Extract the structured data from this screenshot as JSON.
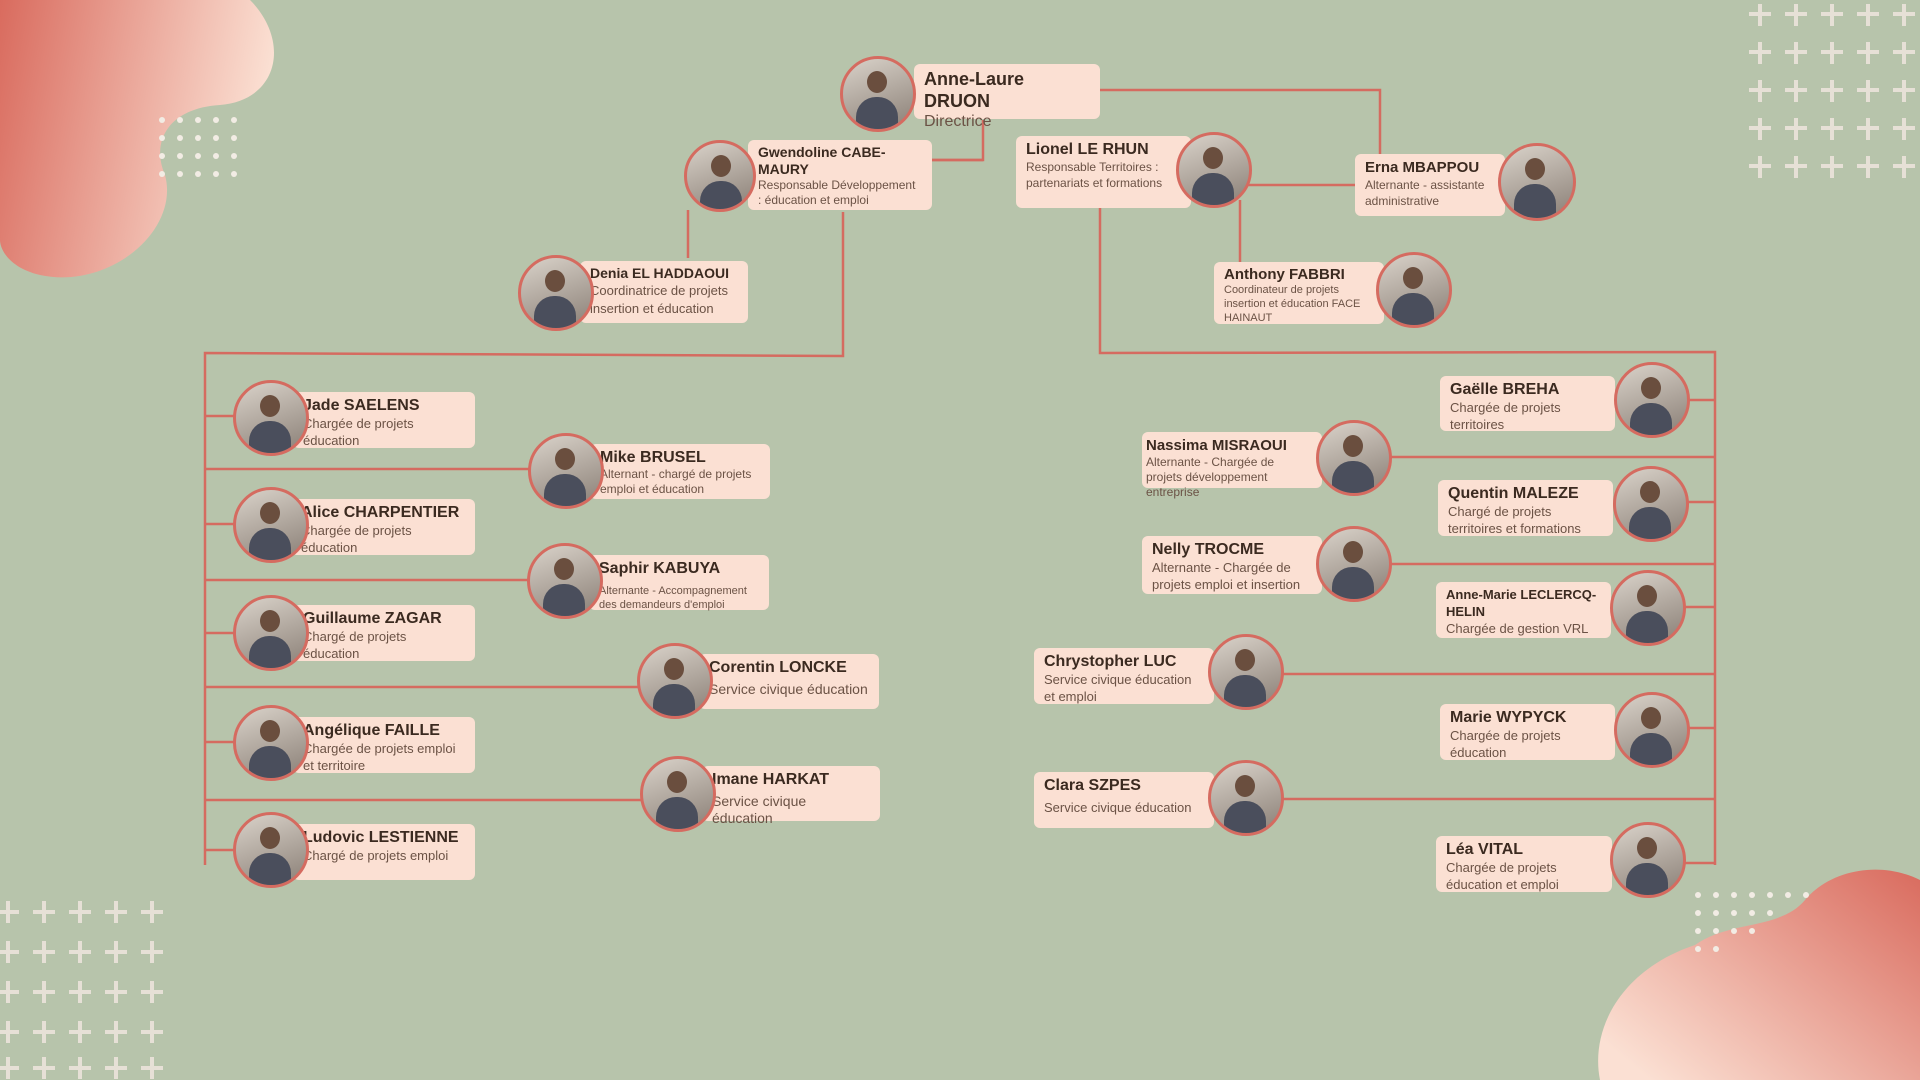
{
  "theme": {
    "background": "#b7c4ab",
    "line_color": "#d56b60",
    "card_color": "#fbe0d3",
    "name_color": "#3b2a20",
    "role_color": "#6b5245"
  },
  "director": {
    "name": "Anne-Laure DRUON",
    "role": "Directrice"
  },
  "top_level": [
    {
      "name": "Gwendoline CABE-MAURY",
      "role": "Responsable Développement : éducation et emploi"
    },
    {
      "name": "Lionel LE RHUN",
      "role": "Responsable Territoires : partenariats et formations"
    },
    {
      "name": "Erna MBAPPOU",
      "role": "Alternante - assistante administrative"
    }
  ],
  "second_level": [
    {
      "name": "Denia EL HADDAOUI",
      "role": "Coordinatrice de projets insertion et éducation"
    },
    {
      "name": "Anthony FABBRI",
      "role": "Coordinateur de projets insertion et éducation FACE HAINAUT"
    }
  ],
  "left_team": [
    {
      "name": "Jade SAELENS",
      "role": "Chargée de projets éducation"
    },
    {
      "name": "Mike BRUSEL",
      "role": "Alternant - chargé de projets emploi et éducation"
    },
    {
      "name": "Alice CHARPENTIER",
      "role": "Chargée de projets éducation"
    },
    {
      "name": "Saphir KABUYA",
      "role": "Alternante - Accompagnement des demandeurs d'emploi"
    },
    {
      "name": "Guillaume ZAGAR",
      "role": "Chargé de projets éducation"
    },
    {
      "name": "Corentin LONCKE",
      "role": "Service civique éducation"
    },
    {
      "name": "Angélique FAILLE",
      "role": "Chargée de projets emploi et territoire"
    },
    {
      "name": "Imane HARKAT",
      "role": "Service civique éducation"
    },
    {
      "name": "Ludovic LESTIENNE",
      "role": "Chargé de projets emploi"
    }
  ],
  "right_team": [
    {
      "name": "Gaëlle BREHA",
      "role": "Chargée de projets territoires"
    },
    {
      "name": "Nassima MISRAOUI",
      "role": "Alternante - Chargée de projets développement entreprise"
    },
    {
      "name": "Quentin MALEZE",
      "role": "Chargé de projets territoires et formations"
    },
    {
      "name": "Nelly TROCME",
      "role": "Alternante - Chargée de projets emploi et insertion"
    },
    {
      "name": "Anne-Marie LECLERCQ-HELIN",
      "role": "Chargée de gestion VRL"
    },
    {
      "name": "Chrystopher LUC",
      "role": "Service civique éducation et emploi"
    },
    {
      "name": "Marie WYPYCK",
      "role": "Chargée de projets éducation"
    },
    {
      "name": "Clara SZPES",
      "role": "Service civique éducation"
    },
    {
      "name": "Léa VITAL",
      "role": "Chargée de projets éducation et emploi"
    }
  ],
  "icons": [
    "avatar-photo-icon"
  ]
}
